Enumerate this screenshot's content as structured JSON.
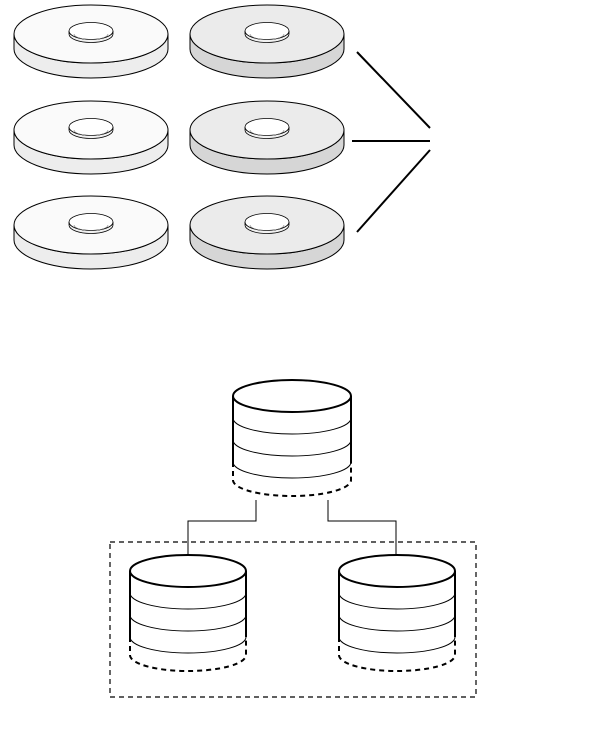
{
  "diagram": {
    "disk_rows": 3,
    "disk_columns": 2,
    "colors": {
      "stroke": "#000000",
      "disk_light_top": "#fafafa",
      "disk_light_side": "#ededed",
      "disk_gray_top": "#ebebeb",
      "disk_gray_side": "#d6d6d6",
      "hub_top": "#ffffff",
      "hub_side": "#f2f2f2",
      "background": "#ffffff"
    },
    "icons": [
      "disk-platter-icon",
      "database-cylinder-icon"
    ],
    "volumes": {
      "top_count": 1,
      "bottom_count": 2,
      "visible_bands": 3,
      "dashed_extension": true
    },
    "bottom_group_dashed_border": true
  }
}
